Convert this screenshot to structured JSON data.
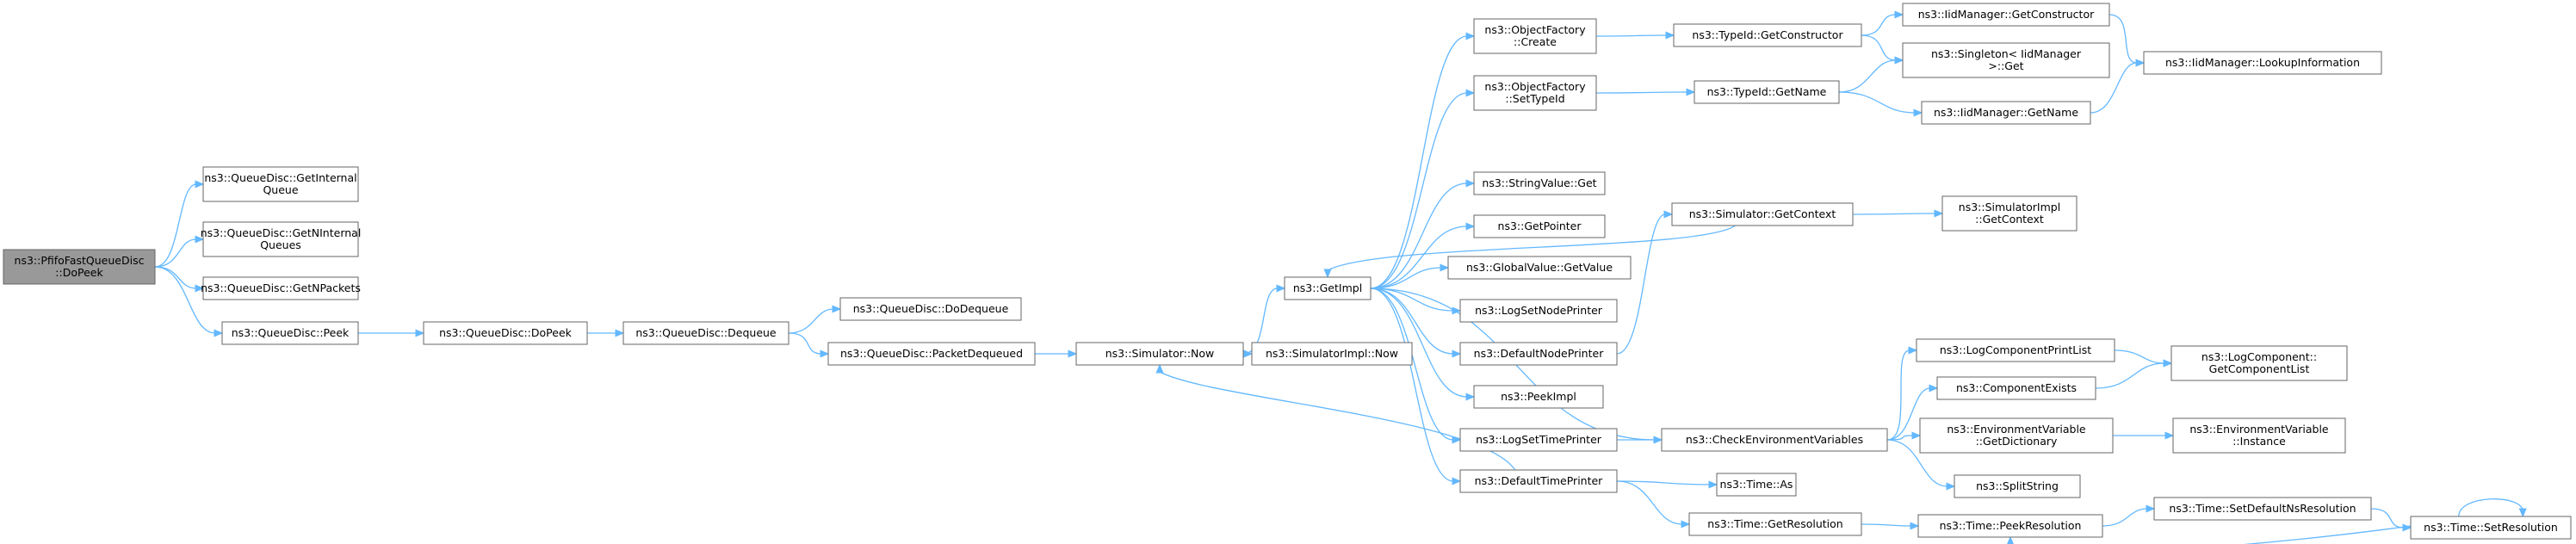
{
  "graph": {
    "nodes": [
      {
        "id": "root",
        "lines": [
          "ns3::PfifoFastQueueDisc",
          "::DoPeek"
        ],
        "is_root": true
      },
      {
        "id": "gi",
        "lines": [
          "ns3::QueueDisc::GetInternal",
          "Queue"
        ]
      },
      {
        "id": "gni",
        "lines": [
          "ns3::QueueDisc::GetNInternal",
          "Queues"
        ]
      },
      {
        "id": "gnp",
        "lines": [
          "ns3::QueueDisc::GetNPackets"
        ]
      },
      {
        "id": "peek",
        "lines": [
          "ns3::QueueDisc::Peek"
        ]
      },
      {
        "id": "dopeek",
        "lines": [
          "ns3::QueueDisc::DoPeek"
        ]
      },
      {
        "id": "deq",
        "lines": [
          "ns3::QueueDisc::Dequeue"
        ]
      },
      {
        "id": "dodeq",
        "lines": [
          "ns3::QueueDisc::DoDequeue"
        ]
      },
      {
        "id": "pdeq",
        "lines": [
          "ns3::QueueDisc::PacketDequeued"
        ]
      },
      {
        "id": "simnow",
        "lines": [
          "ns3::Simulator::Now"
        ]
      },
      {
        "id": "simimplnow",
        "lines": [
          "ns3::SimulatorImpl::Now"
        ]
      },
      {
        "id": "getimpl",
        "lines": [
          "ns3::GetImpl"
        ]
      },
      {
        "id": "ofcreate",
        "lines": [
          "ns3::ObjectFactory",
          "::Create"
        ]
      },
      {
        "id": "ofset",
        "lines": [
          "ns3::ObjectFactory",
          "::SetTypeId"
        ]
      },
      {
        "id": "svget",
        "lines": [
          "ns3::StringValue::Get"
        ]
      },
      {
        "id": "getptr",
        "lines": [
          "ns3::GetPointer"
        ]
      },
      {
        "id": "gvget",
        "lines": [
          "ns3::GlobalValue::GetValue"
        ]
      },
      {
        "id": "logsetnode",
        "lines": [
          "ns3::LogSetNodePrinter"
        ]
      },
      {
        "id": "defnode",
        "lines": [
          "ns3::DefaultNodePrinter"
        ]
      },
      {
        "id": "peekimpl",
        "lines": [
          "ns3::PeekImpl"
        ]
      },
      {
        "id": "logsettime",
        "lines": [
          "ns3::LogSetTimePrinter"
        ]
      },
      {
        "id": "deftime",
        "lines": [
          "ns3::DefaultTimePrinter"
        ]
      },
      {
        "id": "tidctor",
        "lines": [
          "ns3::TypeId::GetConstructor"
        ]
      },
      {
        "id": "tidname",
        "lines": [
          "ns3::TypeId::GetName"
        ]
      },
      {
        "id": "iidctor",
        "lines": [
          "ns3::IidManager::GetConstructor"
        ]
      },
      {
        "id": "singleton",
        "lines": [
          "ns3::Singleton< IidManager",
          " >::Get"
        ]
      },
      {
        "id": "iidname",
        "lines": [
          "ns3::IidManager::GetName"
        ]
      },
      {
        "id": "iidlookup",
        "lines": [
          "ns3::IidManager::LookupInformation"
        ]
      },
      {
        "id": "simctx",
        "lines": [
          "ns3::Simulator::GetContext"
        ]
      },
      {
        "id": "simimplctx",
        "lines": [
          "ns3::SimulatorImpl",
          "::GetContext"
        ]
      },
      {
        "id": "checkenv",
        "lines": [
          "ns3::CheckEnvironmentVariables"
        ]
      },
      {
        "id": "lcpl",
        "lines": [
          "ns3::LogComponentPrintList"
        ]
      },
      {
        "id": "compexists",
        "lines": [
          "ns3::ComponentExists"
        ]
      },
      {
        "id": "envdict",
        "lines": [
          "ns3::EnvironmentVariable",
          "::GetDictionary"
        ]
      },
      {
        "id": "split",
        "lines": [
          "ns3::SplitString"
        ]
      },
      {
        "id": "lcgetlist",
        "lines": [
          "ns3::LogComponent::",
          "GetComponentList"
        ]
      },
      {
        "id": "envinst",
        "lines": [
          "ns3::EnvironmentVariable",
          "::Instance"
        ]
      },
      {
        "id": "timeas",
        "lines": [
          "ns3::Time::As"
        ]
      },
      {
        "id": "timegetres",
        "lines": [
          "ns3::Time::GetResolution"
        ]
      },
      {
        "id": "timepeekres",
        "lines": [
          "ns3::Time::PeekResolution"
        ]
      },
      {
        "id": "timesetdef",
        "lines": [
          "ns3::Time::SetDefaultNsResolution"
        ]
      },
      {
        "id": "timesetres",
        "lines": [
          "ns3::Time::SetResolution"
        ]
      }
    ],
    "edges": [
      [
        "root",
        "gi"
      ],
      [
        "root",
        "gni"
      ],
      [
        "root",
        "gnp"
      ],
      [
        "root",
        "peek"
      ],
      [
        "peek",
        "dopeek"
      ],
      [
        "dopeek",
        "deq"
      ],
      [
        "deq",
        "dodeq"
      ],
      [
        "deq",
        "pdeq"
      ],
      [
        "pdeq",
        "simnow"
      ],
      [
        "simnow",
        "getimpl"
      ],
      [
        "simnow",
        "simimplnow"
      ],
      [
        "getimpl",
        "ofcreate"
      ],
      [
        "getimpl",
        "ofset"
      ],
      [
        "getimpl",
        "svget"
      ],
      [
        "getimpl",
        "getptr"
      ],
      [
        "getimpl",
        "gvget"
      ],
      [
        "getimpl",
        "logsetnode"
      ],
      [
        "getimpl",
        "defnode"
      ],
      [
        "getimpl",
        "peekimpl"
      ],
      [
        "getimpl",
        "logsettime"
      ],
      [
        "getimpl",
        "deftime"
      ],
      [
        "getimpl",
        "checkenv"
      ],
      [
        "ofcreate",
        "tidctor"
      ],
      [
        "tidctor",
        "iidctor"
      ],
      [
        "tidctor",
        "singleton"
      ],
      [
        "iidctor",
        "iidlookup"
      ],
      [
        "ofset",
        "tidname"
      ],
      [
        "tidname",
        "singleton"
      ],
      [
        "tidname",
        "iidname"
      ],
      [
        "iidname",
        "iidlookup"
      ],
      [
        "simctx",
        "getimpl"
      ],
      [
        "simctx",
        "simimplctx"
      ],
      [
        "defnode",
        "simctx"
      ],
      [
        "logsettime",
        "checkenv"
      ],
      [
        "checkenv",
        "lcpl"
      ],
      [
        "checkenv",
        "compexists"
      ],
      [
        "checkenv",
        "envdict"
      ],
      [
        "checkenv",
        "split"
      ],
      [
        "lcpl",
        "lcgetlist"
      ],
      [
        "compexists",
        "lcgetlist"
      ],
      [
        "envdict",
        "envinst"
      ],
      [
        "deftime",
        "simnow"
      ],
      [
        "deftime",
        "timeas"
      ],
      [
        "deftime",
        "timegetres"
      ],
      [
        "timegetres",
        "timepeekres"
      ],
      [
        "timepeekres",
        "timesetdef"
      ],
      [
        "timesetdef",
        "timesetres"
      ],
      [
        "timesetres",
        "timepeekres"
      ],
      [
        "timesetres",
        "timesetres"
      ]
    ]
  },
  "colors": {
    "edge": "#63b8ff",
    "node_border": "#666666",
    "node_fill": "#ffffff",
    "root_fill": "#999999"
  }
}
